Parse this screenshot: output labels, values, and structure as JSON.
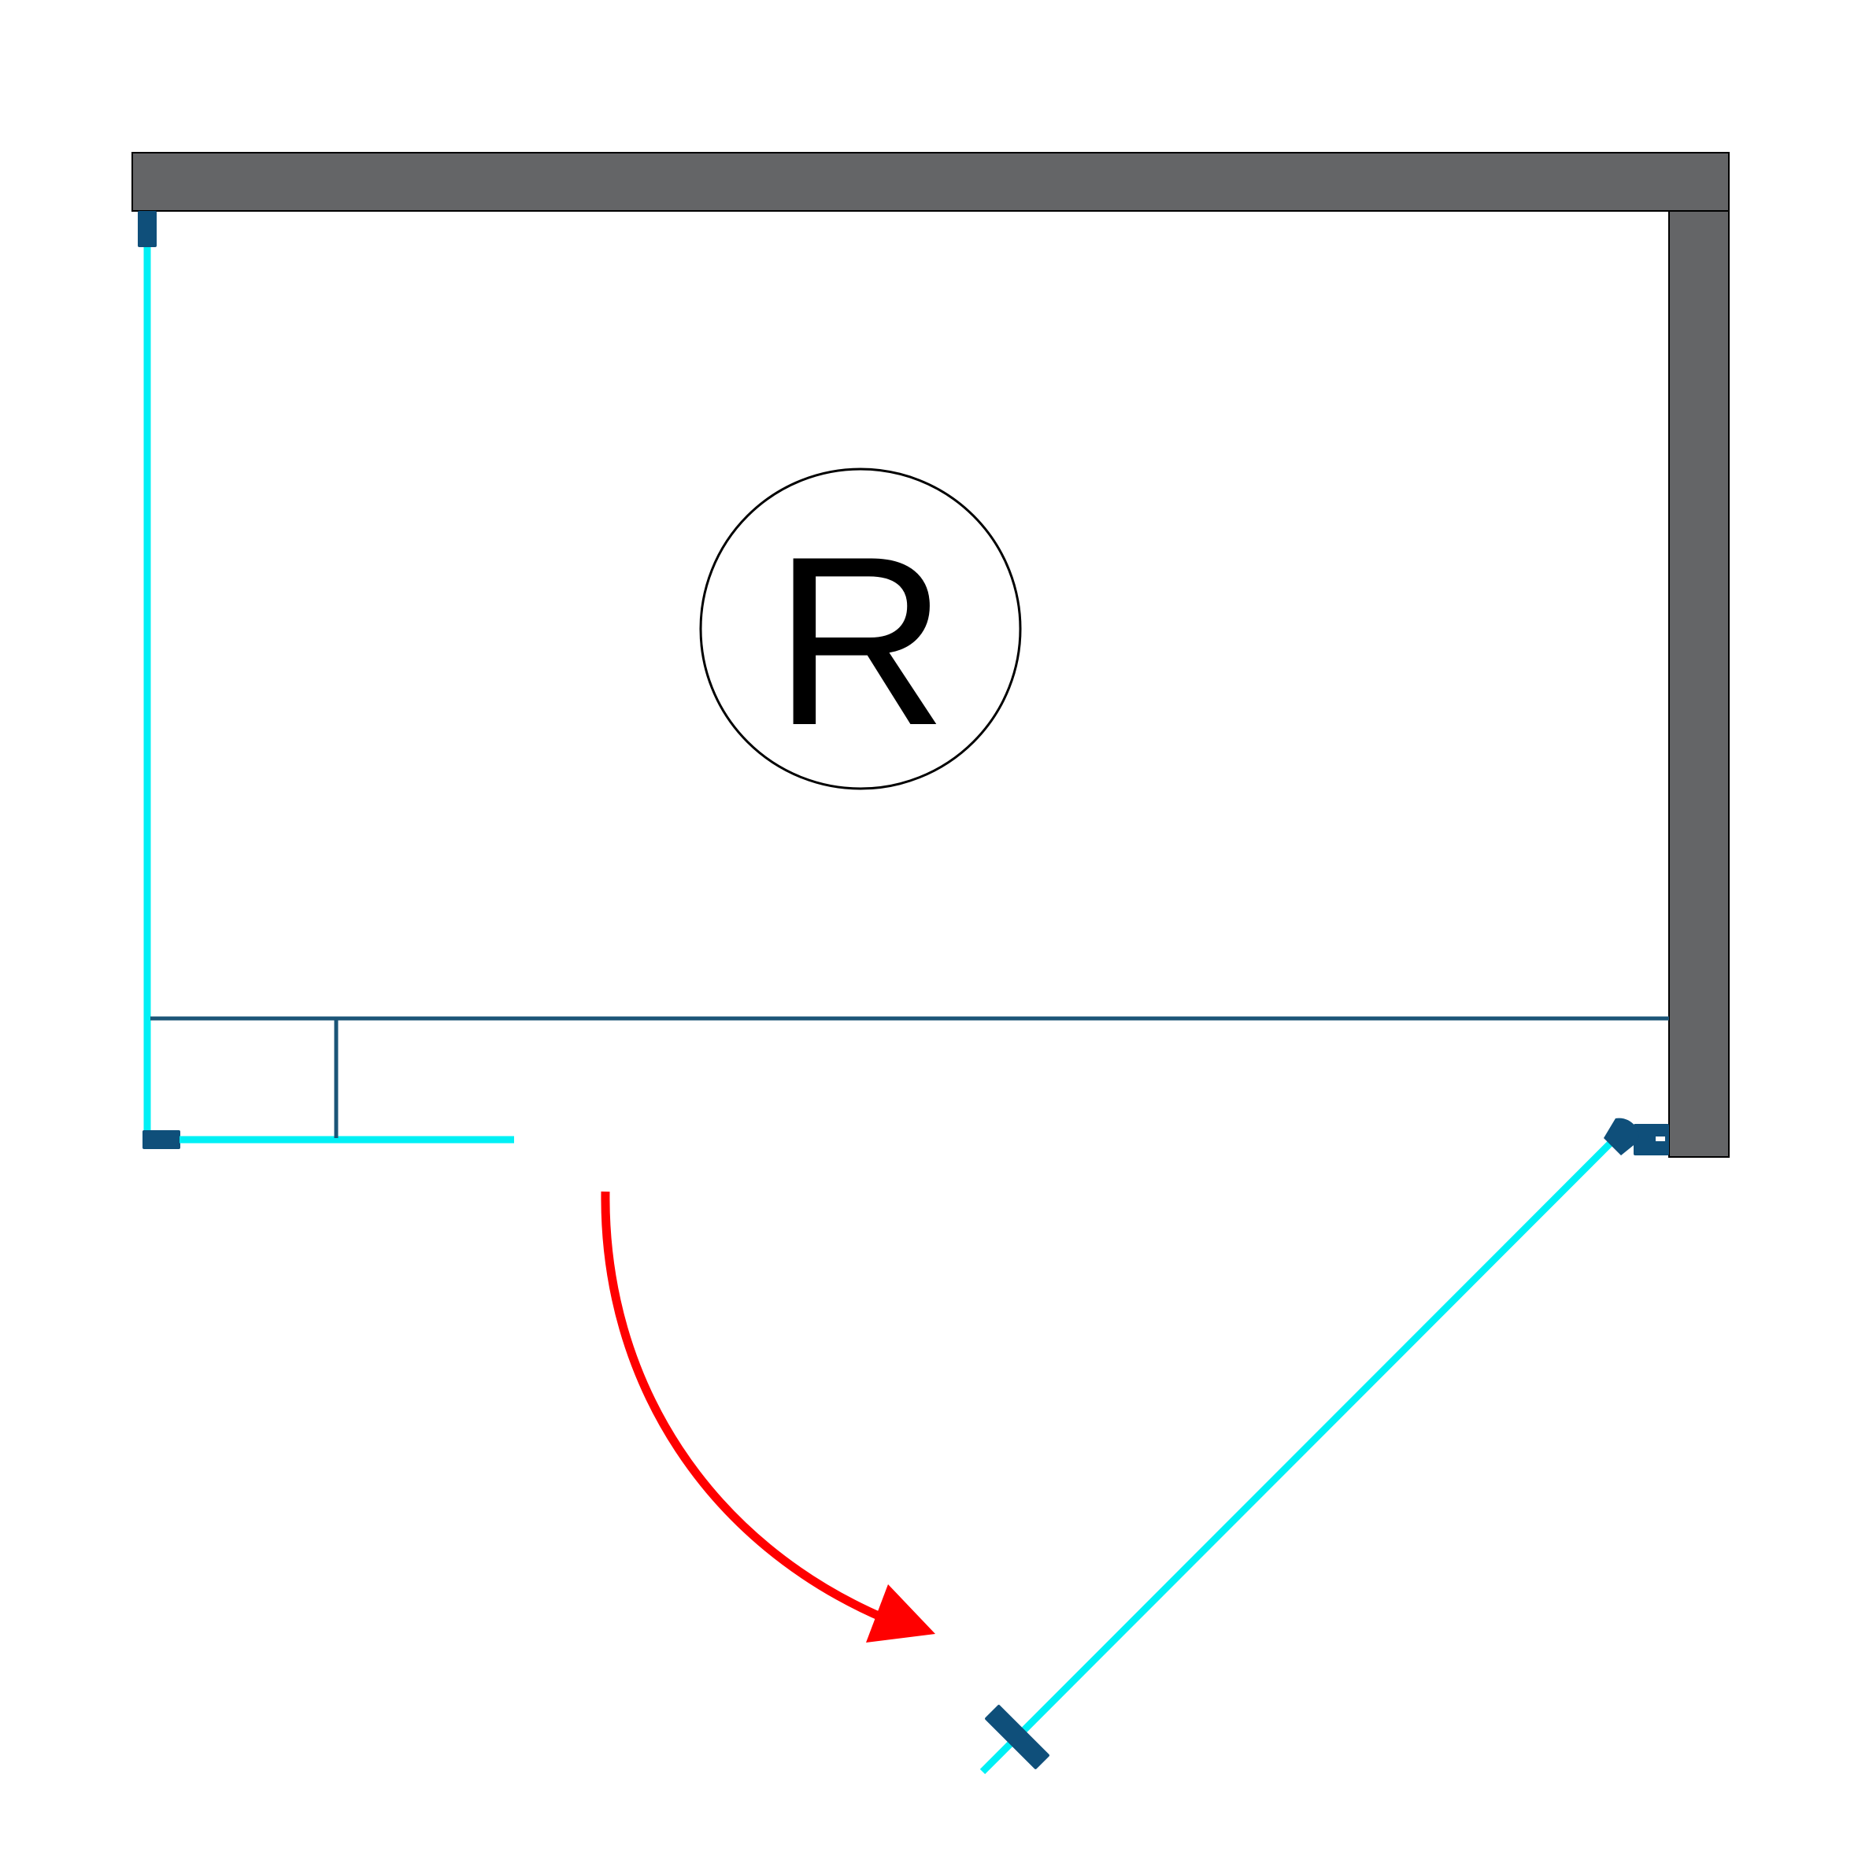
{
  "diagram": {
    "orientation_badge": {
      "letter": "R"
    },
    "colors": {
      "wall": "#646567",
      "glass": "#00f0f5",
      "hardware": "#0f4f7a",
      "rail": "#1b5577",
      "swing_arrow": "#ff0000"
    },
    "icons": {
      "badge": "circled-letter",
      "swing": "curved-arrow"
    }
  }
}
